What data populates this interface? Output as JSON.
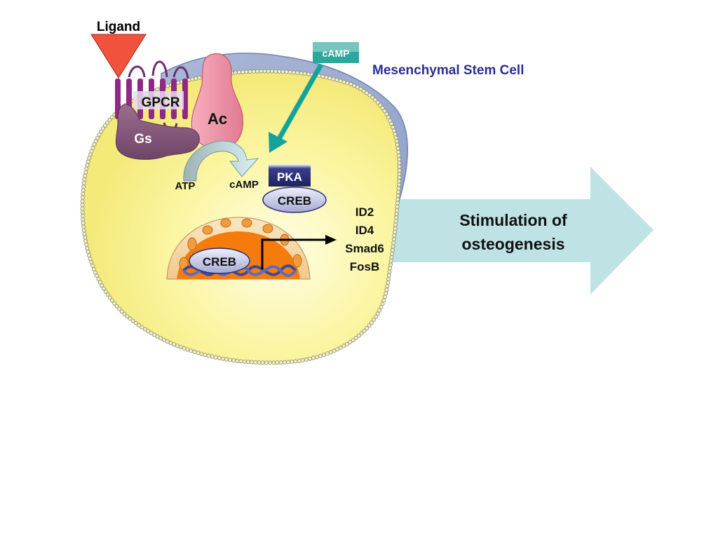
{
  "diagram": {
    "ligand_label": "Ligand",
    "external_camp_label": "cAMP",
    "cell_title": "Mesenchymal Stem Cell",
    "gpcr_label": "GPCR",
    "gs_label": "Gs",
    "ac_label": "Ac",
    "atp_label": "ATP",
    "camp_label": "cAMP",
    "pka_label": "PKA",
    "creb_label": "CREB",
    "nuclear_creb_label": "CREB",
    "target_genes": [
      "ID2",
      "ID4",
      "Smad6",
      "FosB"
    ],
    "outcome_line1": "Stimulation of",
    "outcome_line2": "osteogenesis"
  },
  "colors": {
    "cytoplasm": "#fbf6a4",
    "membrane_bead": "#f3efc0",
    "nucleus_envelope": "#f7deb0",
    "nucleus_inner": "#f57c0c",
    "gpcr": "#8e2a86",
    "gs": "#8a5a7c",
    "ac": "#ec8aa0",
    "pka": "#2a2e7a",
    "creb": "#c7cbe6",
    "teal_arrow": "#12a39a",
    "outcome_arrow": "#bfe2e5",
    "title_blue": "#2a2e8c"
  }
}
